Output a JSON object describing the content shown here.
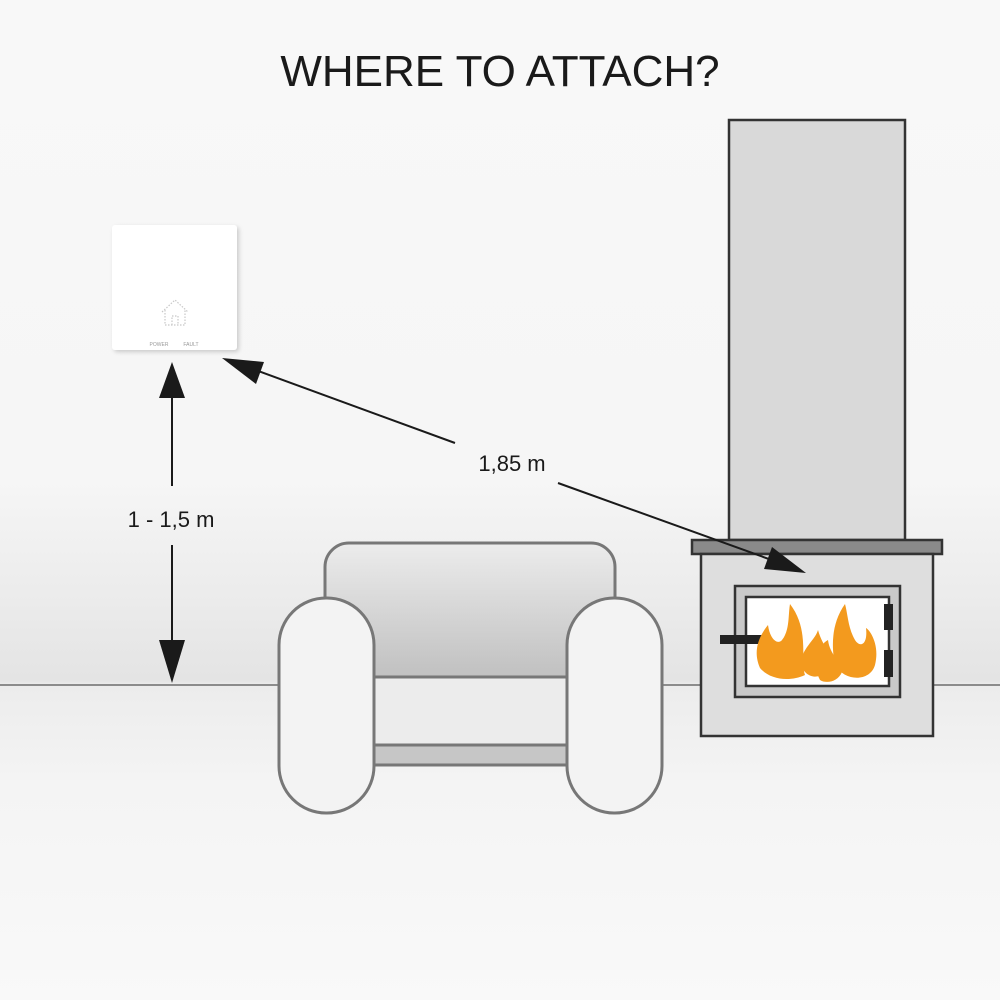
{
  "title": "WHERE TO ATTACH?",
  "detector": {
    "power_label": "POWER",
    "fault_label": "FAULT"
  },
  "measurements": {
    "height": "1 - 1,5 m",
    "distance": "1,85 m"
  },
  "colors": {
    "flame": "#f39a1e",
    "line": "#333333",
    "wall": "#f7f7f7"
  }
}
